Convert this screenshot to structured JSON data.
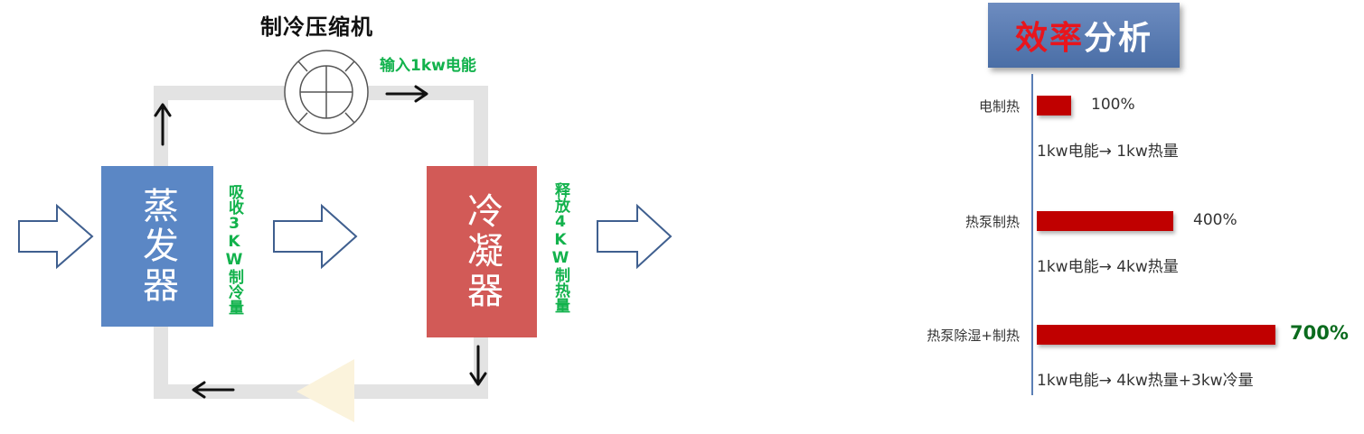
{
  "diagram": {
    "compressor_title": "制冷压缩机",
    "input_energy": "输入1kw电能",
    "evaporator": "蒸发器",
    "condenser": "冷凝器",
    "absorb_label": "吸收3KW制冷量",
    "release_label": "释放4KW制热量",
    "colors": {
      "evaporator": "#5b87c5",
      "condenser": "#d25a57",
      "pipe": "#e3e3e3",
      "green_text": "#12b24c",
      "hollow_arrow": "#3f5f8f"
    }
  },
  "efficiency": {
    "title_red": "效率",
    "title_white": "分析"
  },
  "chart_data": {
    "type": "bar",
    "orientation": "horizontal",
    "categories": [
      "电制热",
      "热泵制热",
      "热泵除湿+制热"
    ],
    "values": [
      100,
      400,
      700
    ],
    "value_labels": [
      "100%",
      "400%",
      "700%"
    ],
    "notes": [
      "1kw电能→ 1kw热量",
      "1kw电能→ 4kw热量",
      "1kw电能→ 4kw热量+3kw冷量"
    ],
    "xlim": [
      0,
      700
    ],
    "grid": false,
    "legend": "none",
    "bar_color": "#c00000"
  }
}
